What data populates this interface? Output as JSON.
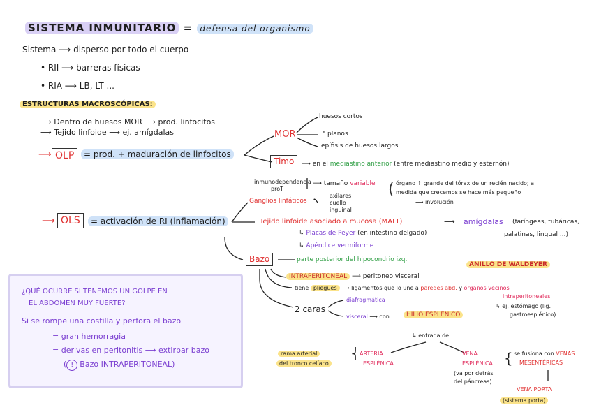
{
  "title": {
    "main": "SISTEMA INMUNITARIO",
    "eq": "=",
    "sub": "defensa del organismo"
  },
  "intro": {
    "line1": "Sistema ⟶ disperso por todo el cuerpo",
    "line2": "• RII ⟶ barreras físicas",
    "line3": "• RIA ⟶ LB, LT ..."
  },
  "estructuras": {
    "heading": "ESTRUCTURAS MACROSCÓPICAS:",
    "b1": "⟶ Dentro de huesos MOR ⟶ prod. linfocitos",
    "b2": "⟶ Tejido linfoide ⟶ ej. amígdalas"
  },
  "olp": {
    "label": "OLP",
    "desc": "= prod. + maduración de linfocitos"
  },
  "mor": {
    "label": "MOR",
    "h1": "huesos cortos",
    "h2": "\"   planos",
    "h3": "epífisis de huesos largos"
  },
  "timo": {
    "label": "Timo",
    "loc_pre": "⟶ en el",
    "loc_green": "mediastino anterior",
    "loc_post": "(entre mediastino medio y esternón)",
    "inmuno1": "inmunodependencia",
    "inmuno2": "proT",
    "size_pre": "⟶ tamaño",
    "size_red": "variable",
    "note1": "órgano ↑ grande del tórax de un recién nacido; a",
    "note2": "medida que crecemos se hace más pequeño",
    "note3": "⟶ involución"
  },
  "ganglios": {
    "label": "Ganglios linfáticos",
    "a1": "axilares",
    "a2": "cuello",
    "a3": "inguinal"
  },
  "ols": {
    "label": "OLS",
    "desc": "= activación de RI (inflamación)"
  },
  "malt": {
    "label": "Tejido linfoide asociado a mucosa (MALT)",
    "p1": "Placas de Peyer",
    "p1b": "(en intestino delgado)",
    "p2": "Apéndice vermiforme",
    "amig": "amígdalas",
    "amig_desc1": "(faríngeas, tubáricas,",
    "amig_desc2": "palatinas, lingual ...)",
    "anillo": "ANILLO DE WALDEYER"
  },
  "bazo": {
    "label": "Bazo",
    "loc": "parte posterior del hipocondrio izq.",
    "intra": "INTRAPERITONEAL",
    "intra2": "⟶ peritoneo visceral",
    "pliegues_pre": "tiene",
    "pliegues": "pliegues",
    "lig": "⟶ ligamentos que lo une a",
    "lig_red": "paredes abd.",
    "lig_y": "y",
    "lig_pink1": "órganos vecinos",
    "lig_pink2": "intraperitoneales",
    "ej": "↳ ej. estómago (lig.",
    "ej2": "gastroesplénico)",
    "caras": "2 caras",
    "diaf": "diafragmática",
    "visc": "visceral",
    "con": "⟶ con",
    "hilio": "HILIO ESPLÉNICO",
    "entrada": "entrada de",
    "rama1": "rama arterial",
    "rama2": "del tronco celíaco",
    "arteria1": "ARTERIA",
    "arteria2": "ESPLÉNICA",
    "vena1": "VENA",
    "vena2": "ESPLÉNICA",
    "vena_d1": "(va por detrás",
    "vena_d2": "del páncreas)",
    "fus": "se fusiona con",
    "fus_red1": "VENAS",
    "fus_red2": "MESENTÉRICAS",
    "porta": "VENA PORTA",
    "sistema": "(sistema porta)"
  },
  "callout": {
    "q1": "¿QUÉ OCURRE SI TENEMOS UN GOLPE EN",
    "q2": "EL ABDOMEN MUY FUERTE?",
    "l1": "Si se rompe una costilla y perfora el bazo",
    "l2": "= gran hemorragia",
    "l3": "= derivas en peritonitis ⟶ extirpar bazo",
    "l4": "Bazo INTRAPERITONEAL)",
    "warn": "!"
  },
  "colors": {
    "red": "#e03131",
    "purple": "#7b3fd1",
    "green": "#2f9e44",
    "yellow": "#fbe38a",
    "blue": "#cfe2f8"
  }
}
